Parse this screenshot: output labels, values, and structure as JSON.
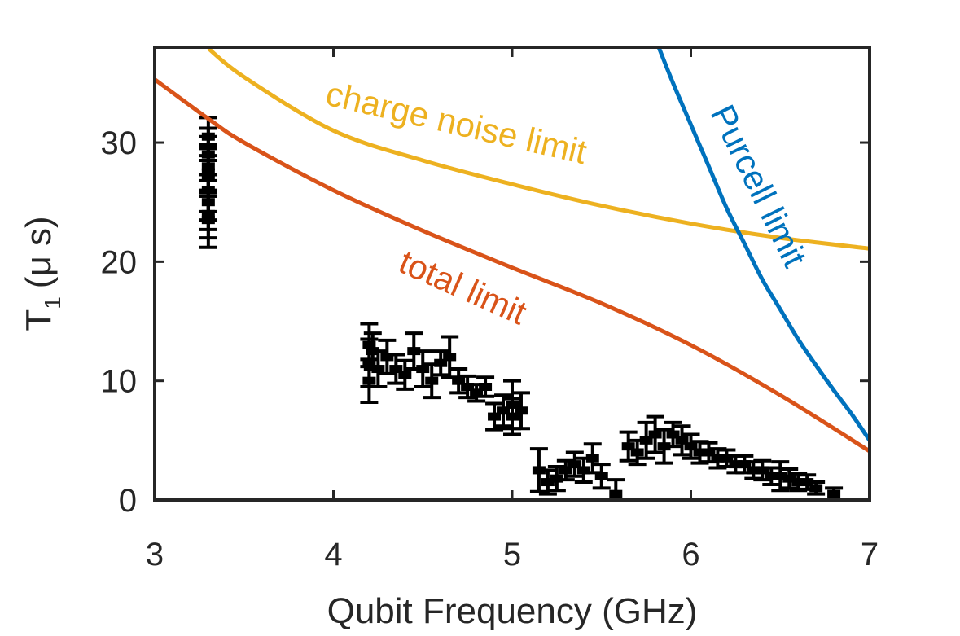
{
  "chart_data": {
    "type": "scatter",
    "title": "",
    "xlabel": "Qubit Frequency (GHz)",
    "ylabel": "T (μ s)",
    "ylabel_parts": {
      "main": "T",
      "subscript": "1",
      "unit": "(μ s)"
    },
    "xlim": [
      3,
      7
    ],
    "ylim": [
      0,
      38
    ],
    "xticks": [
      3,
      4,
      5,
      6,
      7
    ],
    "yticks": [
      0,
      10,
      20,
      30
    ],
    "tick_labels_x": [
      "3",
      "4",
      "5",
      "6",
      "7"
    ],
    "tick_labels_y": [
      "0",
      "10",
      "20",
      "30"
    ],
    "grid": false,
    "legend": "none",
    "colors": {
      "charge": "#EDB120",
      "total": "#D95319",
      "purcell": "#0072BD",
      "data": "#000000"
    },
    "curves": [
      {
        "name": "charge noise limit",
        "color": "#EDB120",
        "x": [
          3.3,
          3.5,
          4.0,
          4.5,
          5.0,
          5.5,
          6.0,
          6.5,
          7.0
        ],
        "y": [
          37.9,
          35.5,
          31.0,
          28.5,
          26.5,
          24.7,
          23.2,
          22.0,
          21.1
        ]
      },
      {
        "name": "total limit",
        "color": "#D95319",
        "x": [
          3.0,
          3.3,
          3.5,
          4.0,
          4.5,
          5.0,
          5.5,
          6.0,
          6.5,
          7.0
        ],
        "y": [
          35.3,
          32.0,
          30.0,
          26.0,
          22.6,
          19.5,
          16.5,
          13.0,
          8.8,
          4.1
        ]
      },
      {
        "name": "Purcell limit",
        "color": "#0072BD",
        "x": [
          5.82,
          5.9,
          6.0,
          6.1,
          6.2,
          6.3,
          6.4,
          6.5,
          6.6,
          6.7,
          6.8,
          6.9,
          7.0
        ],
        "y": [
          38.0,
          35.0,
          31.5,
          28.0,
          24.5,
          21.5,
          18.5,
          16.0,
          13.5,
          11.3,
          9.2,
          7.2,
          5.0
        ]
      }
    ],
    "series_labels": [
      "charge noise limit",
      "total limit",
      "Purcell limit"
    ],
    "points": [
      {
        "x": 3.3,
        "y": 30.5,
        "err": 1.6
      },
      {
        "x": 3.3,
        "y": 29.0,
        "err": 2.2
      },
      {
        "x": 3.3,
        "y": 28.0,
        "err": 2.5
      },
      {
        "x": 3.3,
        "y": 27.0,
        "err": 2.8
      },
      {
        "x": 3.3,
        "y": 26.0,
        "err": 2.5
      },
      {
        "x": 3.3,
        "y": 25.0,
        "err": 2.3
      },
      {
        "x": 3.3,
        "y": 24.0,
        "err": 2.0
      },
      {
        "x": 3.3,
        "y": 23.5,
        "err": 2.3
      },
      {
        "x": 3.3,
        "y": 27.5,
        "err": 2.0
      },
      {
        "x": 4.2,
        "y": 13.0,
        "err": 1.8
      },
      {
        "x": 4.2,
        "y": 11.5,
        "err": 2.0
      },
      {
        "x": 4.2,
        "y": 10.0,
        "err": 1.8
      },
      {
        "x": 4.22,
        "y": 12.5,
        "err": 1.5
      },
      {
        "x": 4.25,
        "y": 11.0,
        "err": 1.5
      },
      {
        "x": 4.3,
        "y": 12.0,
        "err": 1.4
      },
      {
        "x": 4.35,
        "y": 11.0,
        "err": 1.2
      },
      {
        "x": 4.4,
        "y": 10.5,
        "err": 1.2
      },
      {
        "x": 4.45,
        "y": 12.5,
        "err": 1.5
      },
      {
        "x": 4.5,
        "y": 11.0,
        "err": 1.5
      },
      {
        "x": 4.55,
        "y": 10.0,
        "err": 1.4
      },
      {
        "x": 4.6,
        "y": 11.5,
        "err": 1.0
      },
      {
        "x": 4.65,
        "y": 12.0,
        "err": 1.7
      },
      {
        "x": 4.7,
        "y": 10.0,
        "err": 1.0
      },
      {
        "x": 4.75,
        "y": 9.5,
        "err": 0.9
      },
      {
        "x": 4.8,
        "y": 9.0,
        "err": 0.7
      },
      {
        "x": 4.85,
        "y": 9.5,
        "err": 0.8
      },
      {
        "x": 4.9,
        "y": 7.0,
        "err": 1.1
      },
      {
        "x": 4.95,
        "y": 7.5,
        "err": 1.3
      },
      {
        "x": 5.0,
        "y": 8.0,
        "err": 2.0
      },
      {
        "x": 5.0,
        "y": 7.0,
        "err": 1.5
      },
      {
        "x": 5.05,
        "y": 7.5,
        "err": 1.5
      },
      {
        "x": 5.15,
        "y": 2.5,
        "err": 1.8
      },
      {
        "x": 5.2,
        "y": 1.5,
        "err": 1.0
      },
      {
        "x": 5.25,
        "y": 1.8,
        "err": 1.0
      },
      {
        "x": 5.3,
        "y": 2.5,
        "err": 0.8
      },
      {
        "x": 5.35,
        "y": 3.0,
        "err": 1.0
      },
      {
        "x": 5.4,
        "y": 2.5,
        "err": 1.0
      },
      {
        "x": 5.45,
        "y": 3.5,
        "err": 1.2
      },
      {
        "x": 5.5,
        "y": 2.0,
        "err": 1.0
      },
      {
        "x": 5.58,
        "y": 0.5,
        "err": 1.2
      },
      {
        "x": 5.65,
        "y": 4.5,
        "err": 1.2
      },
      {
        "x": 5.7,
        "y": 4.0,
        "err": 1.0
      },
      {
        "x": 5.75,
        "y": 5.0,
        "err": 1.5
      },
      {
        "x": 5.8,
        "y": 5.5,
        "err": 1.5
      },
      {
        "x": 5.85,
        "y": 4.5,
        "err": 1.4
      },
      {
        "x": 5.9,
        "y": 5.5,
        "err": 1.0
      },
      {
        "x": 5.95,
        "y": 5.0,
        "err": 1.2
      },
      {
        "x": 6.0,
        "y": 4.5,
        "err": 1.0
      },
      {
        "x": 6.05,
        "y": 4.0,
        "err": 0.9
      },
      {
        "x": 6.1,
        "y": 4.0,
        "err": 0.8
      },
      {
        "x": 6.15,
        "y": 3.5,
        "err": 0.8
      },
      {
        "x": 6.2,
        "y": 3.5,
        "err": 0.7
      },
      {
        "x": 6.25,
        "y": 3.0,
        "err": 0.7
      },
      {
        "x": 6.3,
        "y": 3.0,
        "err": 0.7
      },
      {
        "x": 6.35,
        "y": 2.5,
        "err": 0.7
      },
      {
        "x": 6.4,
        "y": 2.5,
        "err": 0.8
      },
      {
        "x": 6.45,
        "y": 2.0,
        "err": 0.7
      },
      {
        "x": 6.5,
        "y": 2.0,
        "err": 1.2
      },
      {
        "x": 6.55,
        "y": 1.8,
        "err": 0.8
      },
      {
        "x": 6.6,
        "y": 1.5,
        "err": 0.7
      },
      {
        "x": 6.65,
        "y": 1.5,
        "err": 0.6
      },
      {
        "x": 6.7,
        "y": 1.0,
        "err": 0.5
      },
      {
        "x": 6.8,
        "y": 0.5,
        "err": 0.5
      }
    ]
  }
}
